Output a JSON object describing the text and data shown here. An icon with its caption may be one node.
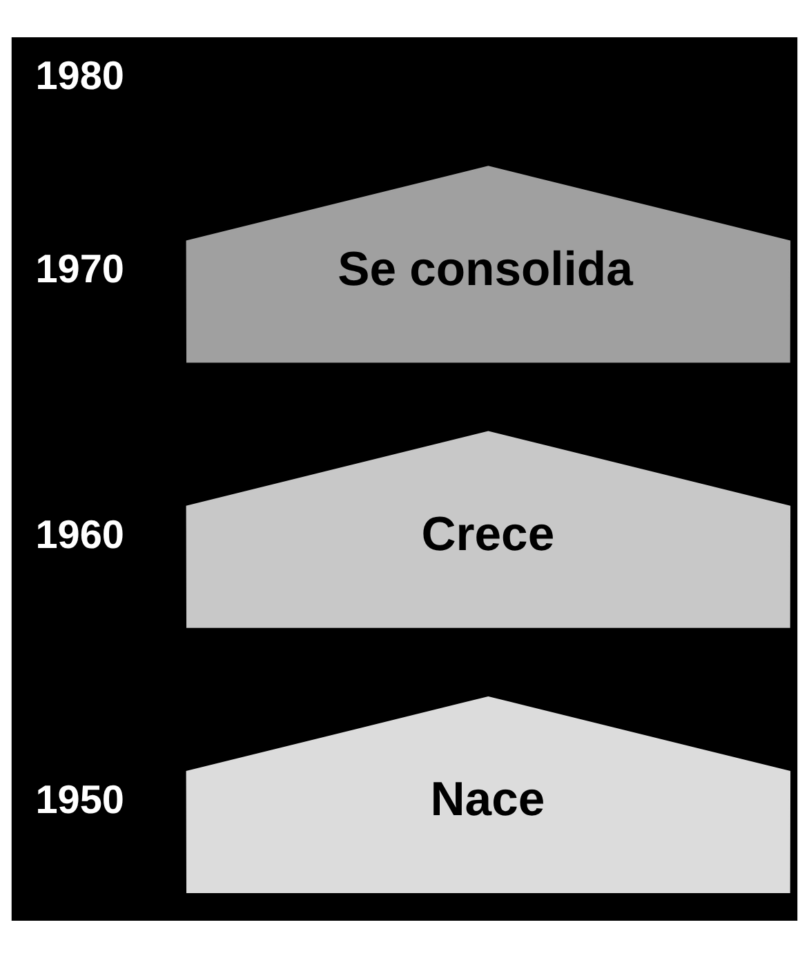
{
  "diagram": {
    "nodes": [
      {
        "text": [
          "Se consolida"
        ]
      },
      {
        "text": [
          "Crece"
        ]
      },
      {
        "text": [
          "Nace"
        ]
      }
    ],
    "labels": [
      "1980",
      "1970",
      "1960",
      "1950"
    ]
  }
}
